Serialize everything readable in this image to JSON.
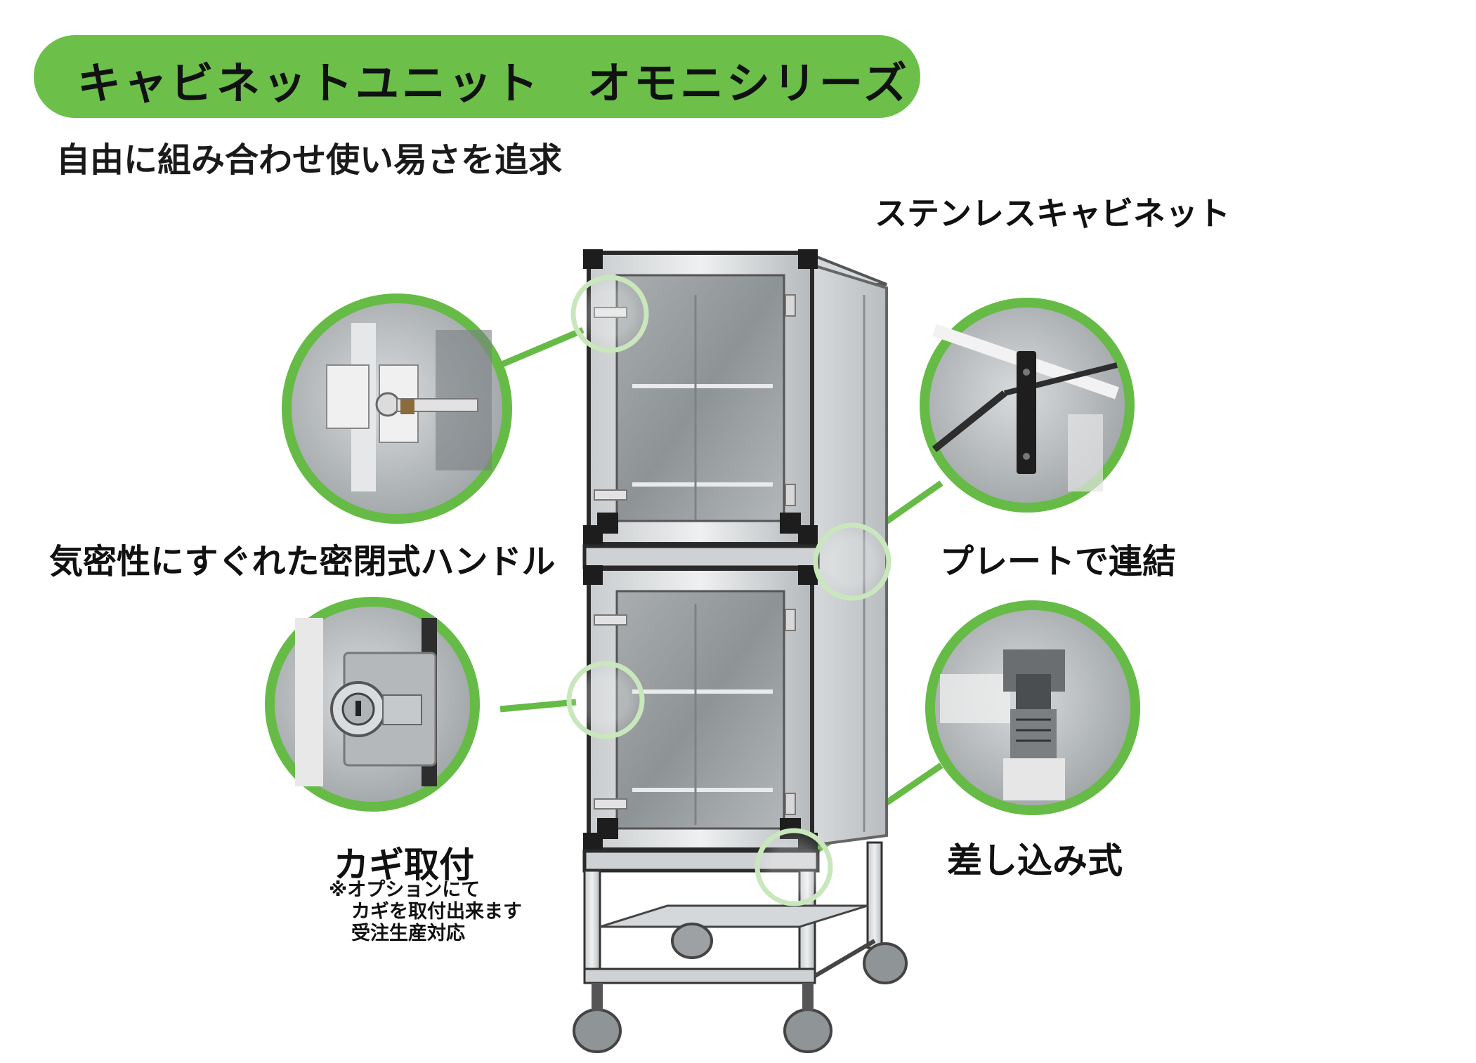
{
  "colors": {
    "accent_green": "#6cc04a",
    "ring_green": "#66bb46"
  },
  "header": {
    "title": "キャビネットユニット　オモニシリーズ",
    "subtitle": "自由に組み合わせ使い易さを追求"
  },
  "product": {
    "name": "ステンレスキャビネット",
    "image": "stainless-cabinet-photo"
  },
  "features": {
    "handle": {
      "label": "気密性にすぐれた密閉式ハンドル",
      "icon": "handle-closeup"
    },
    "plate": {
      "label": "プレートで連結",
      "icon": "plate-closeup"
    },
    "key": {
      "label": "カギ取付",
      "icon": "key-lock-closeup",
      "note": [
        "※オプションにて",
        "カギを取付出来ます",
        "受注生産対応"
      ]
    },
    "insert": {
      "label": "差し込み式",
      "icon": "insert-joint-closeup"
    }
  }
}
